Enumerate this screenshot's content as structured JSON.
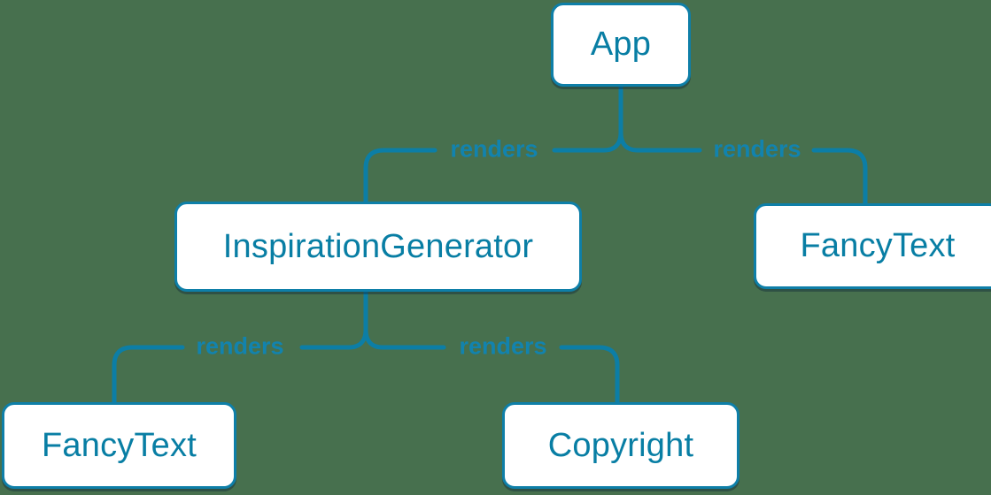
{
  "diagram": {
    "type": "component-render-tree",
    "background_color": "#47704E",
    "accent_color": "#087EA4",
    "node_fill_color": "#FFFFFF",
    "node_border_color": "#0E7FA8",
    "edge_color": "#0C7EA6",
    "nodes": [
      {
        "id": "app",
        "label": "App"
      },
      {
        "id": "inspiration-generator",
        "label": "InspirationGenerator"
      },
      {
        "id": "fancy-text-right",
        "label": "FancyText"
      },
      {
        "id": "fancy-text-left",
        "label": "FancyText"
      },
      {
        "id": "copyright",
        "label": "Copyright"
      }
    ],
    "edges": [
      {
        "from": "App",
        "to": "InspirationGenerator",
        "label": "renders"
      },
      {
        "from": "App",
        "to": "FancyText",
        "label": "renders"
      },
      {
        "from": "InspirationGenerator",
        "to": "FancyText",
        "label": "renders"
      },
      {
        "from": "InspirationGenerator",
        "to": "Copyright",
        "label": "renders"
      }
    ]
  }
}
